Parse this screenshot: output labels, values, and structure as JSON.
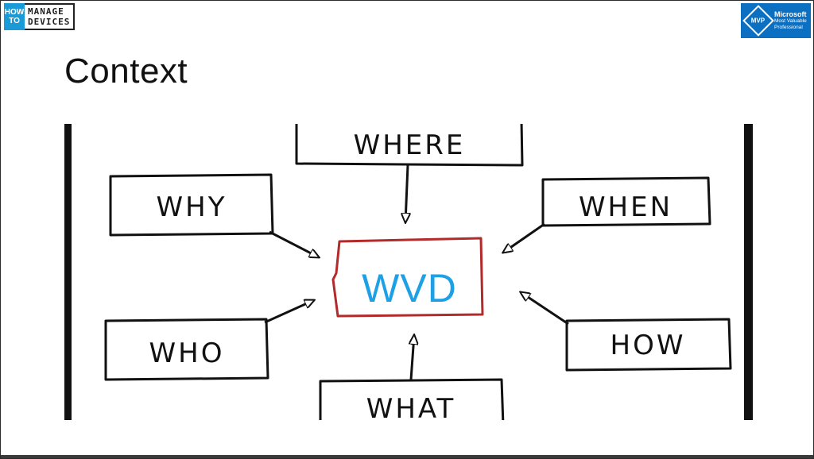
{
  "brand": {
    "howto_line1": "HOW",
    "howto_line2": "TO",
    "md_line1": "MANAGE",
    "md_line2": "DEVICES"
  },
  "mvp": {
    "badge": "MVP",
    "line1": "Microsoft",
    "line2": "Most Valuable",
    "line3": "Professional"
  },
  "slide": {
    "title": "Context"
  },
  "diagram": {
    "center": "WVD",
    "boxes": {
      "where": "WHERE",
      "why": "WHY",
      "when": "WHEN",
      "who": "WHO",
      "how": "HOW",
      "what": "WHAT"
    }
  }
}
